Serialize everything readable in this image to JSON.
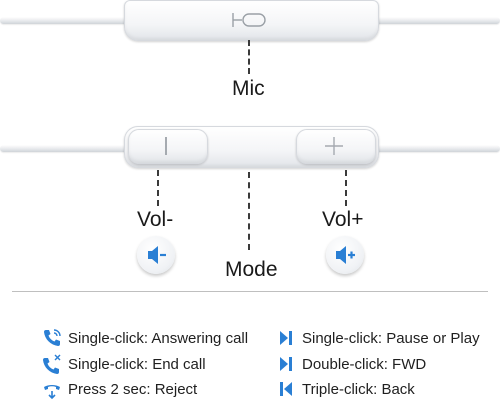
{
  "labels": {
    "mic": "Mic",
    "vol_minus": "Vol-",
    "vol_plus": "Vol+",
    "mode": "Mode"
  },
  "legend_left": [
    {
      "icon": "phone-answer-icon",
      "text": "Single-click: Answering call"
    },
    {
      "icon": "phone-end-icon",
      "text": "Single-click:  End call"
    },
    {
      "icon": "phone-reject-icon",
      "text": "Press 2 sec: Reject"
    }
  ],
  "legend_right": [
    {
      "icon": "play-pause-icon",
      "text": "Single-click: Pause or Play"
    },
    {
      "icon": "forward-icon",
      "text": "Double-click: FWD"
    },
    {
      "icon": "back-icon",
      "text": "Triple-click: Back"
    }
  ],
  "colors": {
    "accent_blue": "#2a7fd4",
    "text": "#1a1a1a"
  }
}
